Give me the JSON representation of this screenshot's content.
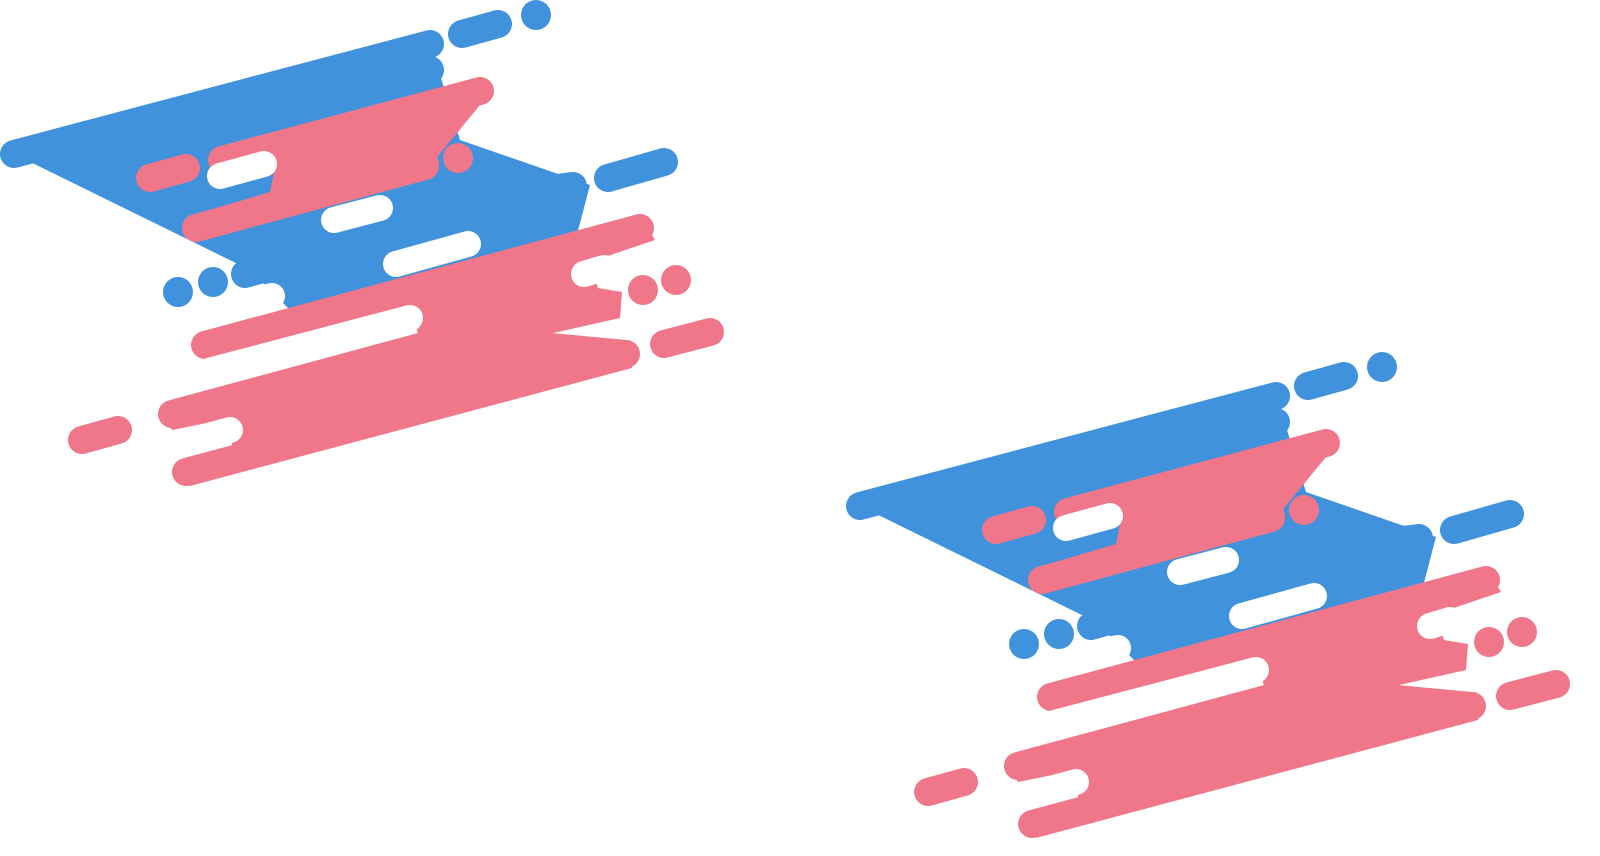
{
  "colors": {
    "background": "#ffffff",
    "blue": "#4192dc",
    "pink": "#f0778a"
  },
  "artwork": {
    "description_name": "pink-blue-streak-pattern",
    "groups": [
      "streak-group-left",
      "streak-group-right"
    ]
  }
}
